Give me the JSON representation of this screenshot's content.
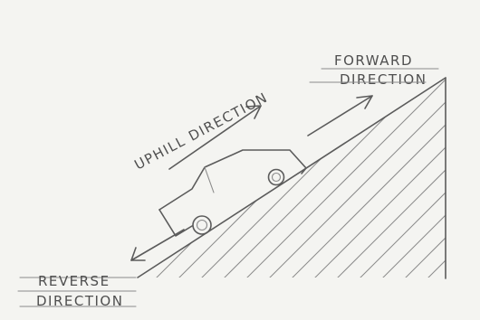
{
  "labels": {
    "uphill": "UPHILL DIRECTION",
    "forward_line1": "FORWARD",
    "forward_line2": "DIRECTION",
    "reverse_line1": "REVERSE",
    "reverse_line2": "DIRECTION"
  },
  "colors": {
    "paper": "#f4f4f1",
    "pencil": "#5b5b5b",
    "hatch": "#8a8a8a"
  }
}
